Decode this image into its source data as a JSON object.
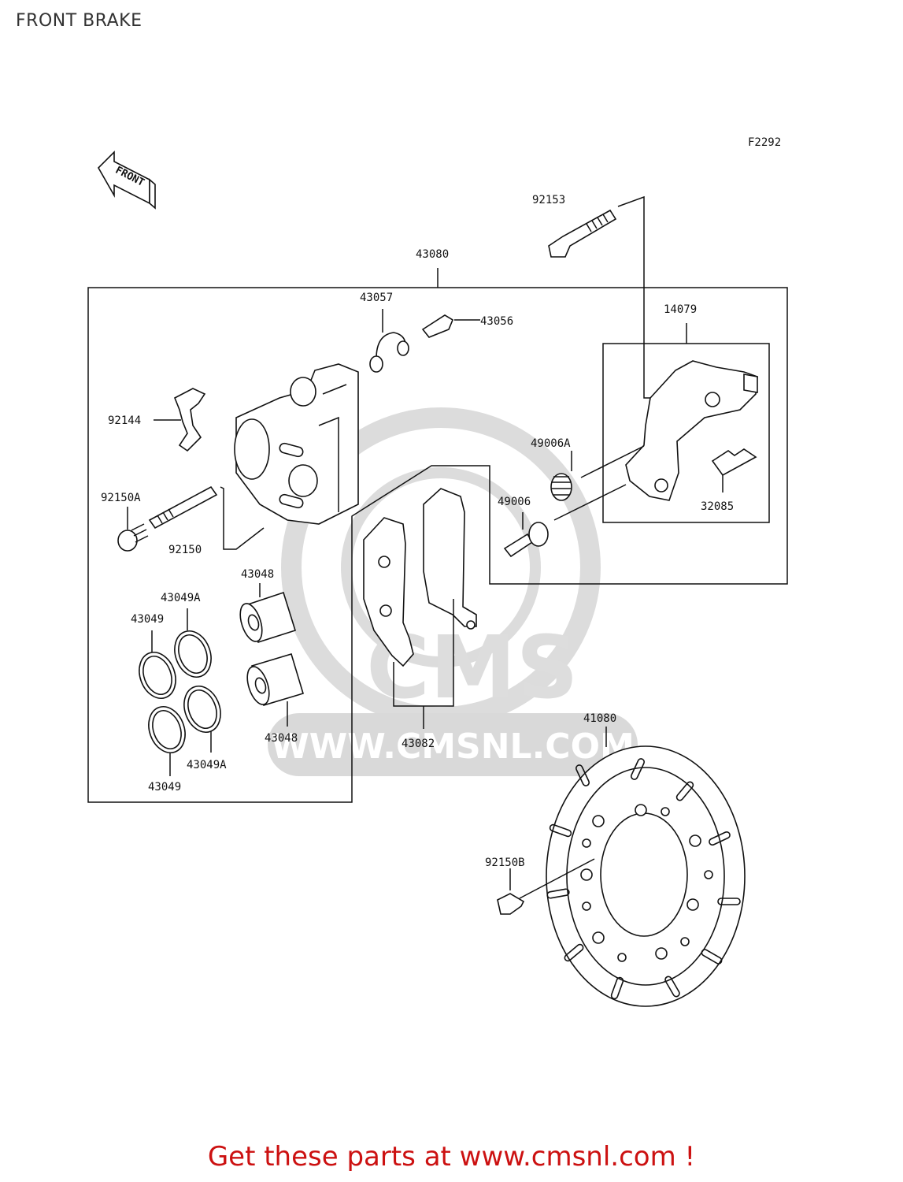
{
  "page": {
    "title": "FRONT BRAKE",
    "footer": "Get these parts at www.cmsnl.com !"
  },
  "diagram": {
    "figure_code": "F2292",
    "direction_label": "FRONT",
    "watermark": {
      "brand": "CMS",
      "url": "WWW.CMSNL.COM"
    },
    "callouts": {
      "p92153": "92153",
      "p43080": "43080",
      "p43057": "43057",
      "p43056": "43056",
      "p14079": "14079",
      "p92144": "92144",
      "p49006A": "49006A",
      "p92150A": "92150A",
      "p49006": "49006",
      "p32085": "32085",
      "p92150": "92150",
      "p43048a": "43048",
      "p43049Aa": "43049A",
      "p43049a": "43049",
      "p43048b": "43048",
      "p43082": "43082",
      "p43049Ab": "43049A",
      "p43049b": "43049",
      "p41080": "41080",
      "p92150B": "92150B"
    }
  },
  "colors": {
    "footer": "#cc1111",
    "ink": "#111111",
    "watermark": "#d9d9d9"
  }
}
